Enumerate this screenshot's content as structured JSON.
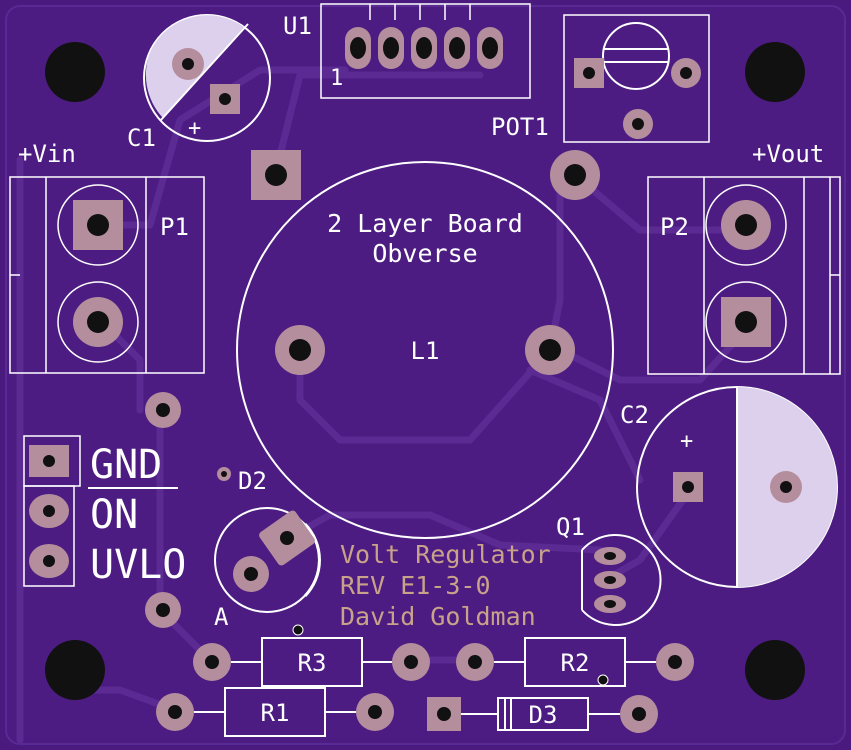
{
  "board": {
    "title_line1": "2 Layer Board",
    "title_line2": "Obverse",
    "info_line1": "Volt Regulator",
    "info_line2": "REV E1-3-0",
    "info_line3": "David Goldman"
  },
  "refs": {
    "u1": "U1",
    "u1_pin1": "1",
    "c1": "C1",
    "c1_plus": "+",
    "pot1": "POT1",
    "p1": "P1",
    "p2": "P2",
    "vin": "+Vin",
    "vout": "+Vout",
    "l1": "L1",
    "c2": "C2",
    "c2_plus": "+",
    "d2": "D2",
    "d2_a": "A",
    "q1": "Q1",
    "r1": "R1",
    "r2": "R2",
    "r3": "R3",
    "d3": "D3",
    "gnd": "GND",
    "on": "ON",
    "uvlo": "UVLO"
  },
  "colors": {
    "board": "#4a1a7e",
    "silkscreen": "#ffffff",
    "pad": "#b58e9d",
    "copper_text": "#c9a28a"
  }
}
